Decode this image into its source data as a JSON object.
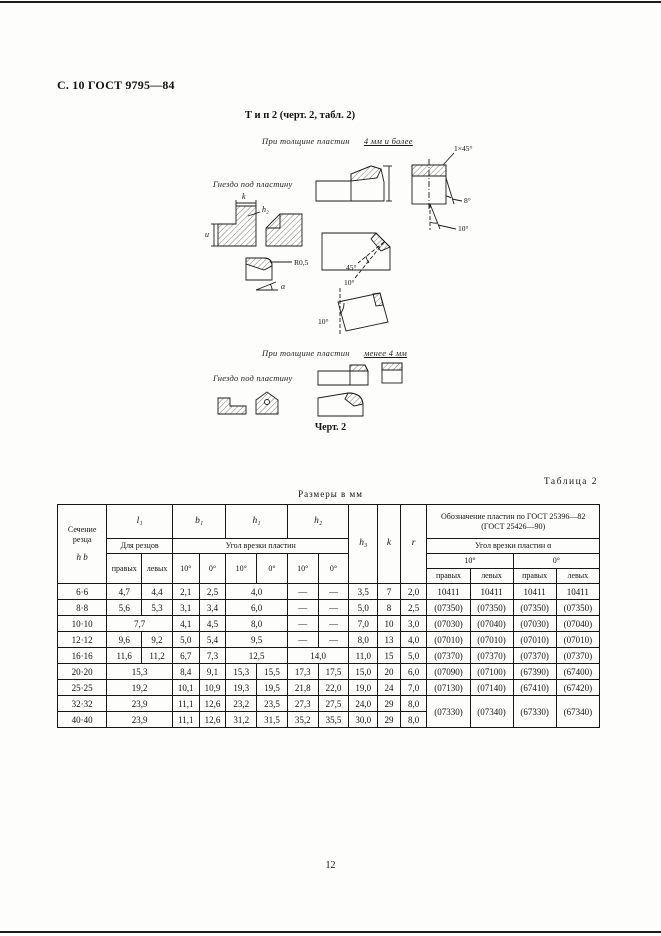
{
  "page": {
    "header_left": "С. 10 ГОСТ 9795—84",
    "page_number": "12"
  },
  "figure": {
    "title": "Т и п  2 (черт. 2, табл. 2)",
    "caption": "Черт. 2",
    "note_prefix": "При толщине пластин",
    "note_thick_value": "4 мм и более",
    "note_thin_value": "менее 4 мм",
    "pocket_label": "Гнездо под пластину",
    "ann": {
      "chamfer": "1×45°",
      "a8": "8°",
      "a10": "10°",
      "a45": "45°",
      "r05": "R0,5",
      "alpha": "α",
      "k": "k",
      "h2": "h₂",
      "u": "u"
    }
  },
  "table": {
    "label": "Таблица 2",
    "units": "Размеры в мм",
    "header": {
      "section": "Сечение резца",
      "section_hb": "h b",
      "l1": "l₁",
      "b1": "b₁",
      "h1": "h₁",
      "h2": "h₂",
      "h3": "h₃",
      "k": "k",
      "r": "r",
      "for_cutters": "Для резцов",
      "insert_angle": "Угол врезки пластин",
      "designation": "Обозначение пластин по ГОСТ 25396—82 (ГОСТ 25426—90)",
      "insert_angle_alpha": "Угол врезки пластин α",
      "right": "правых",
      "left": "левых",
      "deg10": "10°",
      "deg0": "0°"
    },
    "rows": [
      {
        "cells": [
          {
            "t": "6·6",
            "n": "section-cell"
          },
          {
            "t": "4,7"
          },
          {
            "t": "4,4"
          },
          {
            "t": "2,1"
          },
          {
            "t": "2,5"
          },
          {
            "t": "4,0",
            "cs": 2
          },
          {
            "t": "—"
          },
          {
            "t": "—"
          },
          {
            "t": "3,5"
          },
          {
            "t": "7"
          },
          {
            "t": "2,0"
          },
          {
            "t": "10411"
          },
          {
            "t": "10411"
          },
          {
            "t": "10411"
          },
          {
            "t": "10411"
          }
        ]
      },
      {
        "cells": [
          {
            "t": "8·8",
            "n": "section-cell"
          },
          {
            "t": "5,6"
          },
          {
            "t": "5,3"
          },
          {
            "t": "3,1"
          },
          {
            "t": "3,4"
          },
          {
            "t": "6,0",
            "cs": 2
          },
          {
            "t": "—"
          },
          {
            "t": "—"
          },
          {
            "t": "5,0"
          },
          {
            "t": "8"
          },
          {
            "t": "2,5"
          },
          {
            "t": "(07350)"
          },
          {
            "t": "(07350)"
          },
          {
            "t": "(07350)"
          },
          {
            "t": "(07350)"
          }
        ]
      },
      {
        "cells": [
          {
            "t": "10·10",
            "n": "section-cell"
          },
          {
            "t": "7,7",
            "cs": 2
          },
          {
            "t": "4,1"
          },
          {
            "t": "4,5"
          },
          {
            "t": "8,0",
            "cs": 2
          },
          {
            "t": "—"
          },
          {
            "t": "—"
          },
          {
            "t": "7,0"
          },
          {
            "t": "10"
          },
          {
            "t": "3,0"
          },
          {
            "t": "(07030)"
          },
          {
            "t": "(07040)"
          },
          {
            "t": "(07030)"
          },
          {
            "t": "(07040)"
          }
        ]
      },
      {
        "cells": [
          {
            "t": "12·12",
            "n": "section-cell"
          },
          {
            "t": "9,6"
          },
          {
            "t": "9,2"
          },
          {
            "t": "5,0"
          },
          {
            "t": "5,4"
          },
          {
            "t": "9,5",
            "cs": 2
          },
          {
            "t": "—"
          },
          {
            "t": "—"
          },
          {
            "t": "8,0"
          },
          {
            "t": "13"
          },
          {
            "t": "4,0"
          },
          {
            "t": "(07010)"
          },
          {
            "t": "(07010)"
          },
          {
            "t": "(07010)"
          },
          {
            "t": "(07010)"
          }
        ]
      },
      {
        "cells": [
          {
            "t": "16·16",
            "n": "section-cell"
          },
          {
            "t": "11,6"
          },
          {
            "t": "11,2"
          },
          {
            "t": "6,7"
          },
          {
            "t": "7,3"
          },
          {
            "t": "12,5",
            "cs": 2
          },
          {
            "t": "14,0",
            "cs": 2
          },
          {
            "t": "11,0"
          },
          {
            "t": "15"
          },
          {
            "t": "5,0"
          },
          {
            "t": "(07370)"
          },
          {
            "t": "(07370)"
          },
          {
            "t": "(07370)"
          },
          {
            "t": "(07370)"
          }
        ]
      },
      {
        "cells": [
          {
            "t": "20·20",
            "n": "section-cell"
          },
          {
            "t": "15,3",
            "cs": 2
          },
          {
            "t": "8,4"
          },
          {
            "t": "9,1"
          },
          {
            "t": "15,3"
          },
          {
            "t": "15,5"
          },
          {
            "t": "17,3"
          },
          {
            "t": "17,5"
          },
          {
            "t": "15,0"
          },
          {
            "t": "20"
          },
          {
            "t": "6,0"
          },
          {
            "t": "(07090)"
          },
          {
            "t": "(07100)"
          },
          {
            "t": "(67390)"
          },
          {
            "t": "(67400)"
          }
        ]
      },
      {
        "cells": [
          {
            "t": "25·25",
            "n": "section-cell"
          },
          {
            "t": "19,2",
            "cs": 2
          },
          {
            "t": "10,1"
          },
          {
            "t": "10,9"
          },
          {
            "t": "19,3"
          },
          {
            "t": "19,5"
          },
          {
            "t": "21,8"
          },
          {
            "t": "22,0"
          },
          {
            "t": "19,0"
          },
          {
            "t": "24"
          },
          {
            "t": "7,0"
          },
          {
            "t": "(07130)"
          },
          {
            "t": "(07140)"
          },
          {
            "t": "(67410)"
          },
          {
            "t": "(67420)"
          }
        ]
      },
      {
        "cells": [
          {
            "t": "32·32",
            "n": "section-cell"
          },
          {
            "t": "23,9",
            "cs": 2
          },
          {
            "t": "11,1"
          },
          {
            "t": "12,6"
          },
          {
            "t": "23,2"
          },
          {
            "t": "23,5"
          },
          {
            "t": "27,3"
          },
          {
            "t": "27,5"
          },
          {
            "t": "24,0"
          },
          {
            "t": "29"
          },
          {
            "t": "8,0"
          },
          {
            "t": "(07330)",
            "rs": 2
          },
          {
            "t": "(07340)",
            "rs": 2
          },
          {
            "t": "(67330)",
            "rs": 2
          },
          {
            "t": "(67340)",
            "rs": 2
          }
        ]
      },
      {
        "cells": [
          {
            "t": "40·40",
            "n": "section-cell"
          },
          {
            "t": "23,9",
            "cs": 2
          },
          {
            "t": "11,1"
          },
          {
            "t": "12,6"
          },
          {
            "t": "31,2"
          },
          {
            "t": "31,5"
          },
          {
            "t": "35,2"
          },
          {
            "t": "35,5"
          },
          {
            "t": "30,0"
          },
          {
            "t": "29"
          },
          {
            "t": "8,0"
          }
        ]
      }
    ]
  }
}
